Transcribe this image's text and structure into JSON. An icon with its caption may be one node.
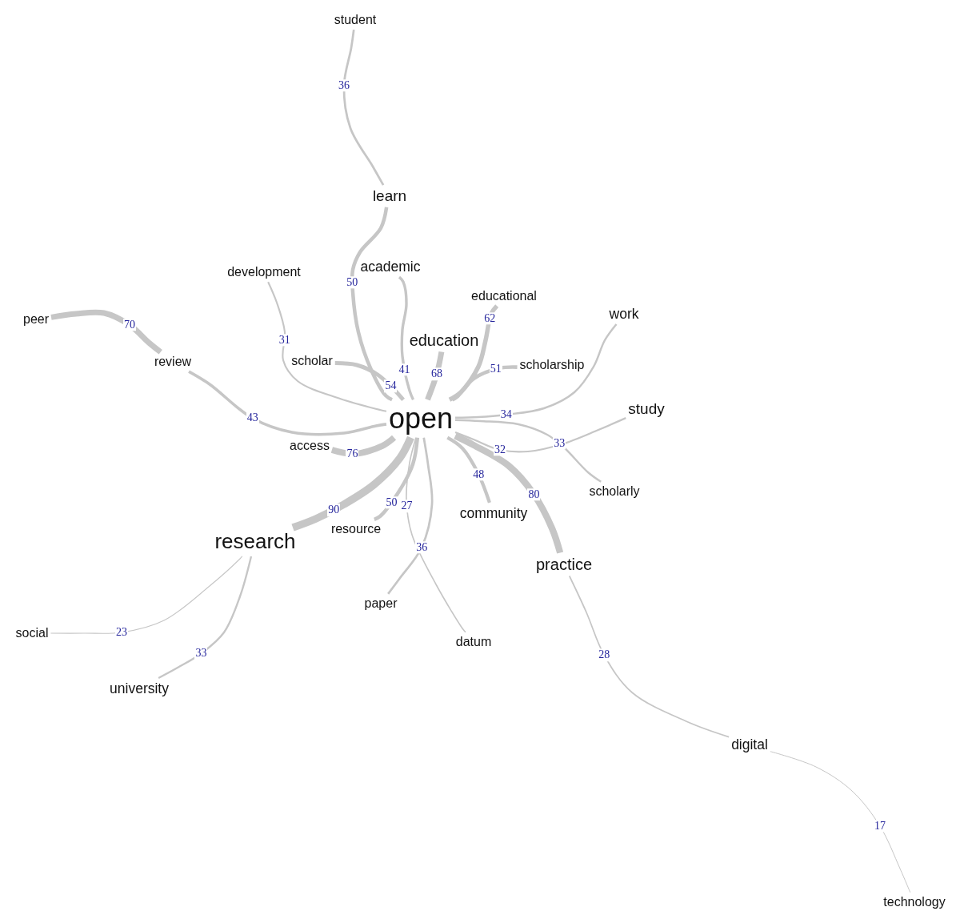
{
  "diagram": {
    "nodes": [
      {
        "text": [
          "student"
        ]
      },
      {
        "text": [
          "learn"
        ]
      },
      {
        "text": [
          "academic"
        ]
      },
      {
        "text": [
          "development"
        ]
      },
      {
        "text": [
          "educational"
        ]
      },
      {
        "text": [
          "work"
        ]
      },
      {
        "text": [
          "peer"
        ]
      },
      {
        "text": [
          "education"
        ]
      },
      {
        "text": [
          "review"
        ]
      },
      {
        "text": [
          "scholar"
        ]
      },
      {
        "text": [
          "scholarship"
        ]
      },
      {
        "text": [
          "study"
        ]
      },
      {
        "text": [
          "open"
        ]
      },
      {
        "text": [
          "access"
        ]
      },
      {
        "text": [
          "scholarly"
        ]
      },
      {
        "text": [
          "community"
        ]
      },
      {
        "text": [
          "resource"
        ]
      },
      {
        "text": [
          "research"
        ]
      },
      {
        "text": [
          "practice"
        ]
      },
      {
        "text": [
          "paper"
        ]
      },
      {
        "text": [
          "social"
        ]
      },
      {
        "text": [
          "datum"
        ]
      },
      {
        "text": [
          "university"
        ]
      },
      {
        "text": [
          "digital"
        ]
      },
      {
        "text": [
          "technology"
        ]
      }
    ],
    "edges": [
      {
        "from": 0,
        "to": 1,
        "arrow": "none",
        "label": "36"
      },
      {
        "from": 1,
        "to": 12,
        "arrow": "none",
        "label": "50"
      },
      {
        "from": 2,
        "to": 12,
        "arrow": "none",
        "label": "41"
      },
      {
        "from": 3,
        "to": 12,
        "arrow": "none",
        "label": "31"
      },
      {
        "from": 4,
        "to": 12,
        "arrow": "none",
        "label": "62"
      },
      {
        "from": 5,
        "to": 12,
        "arrow": "none",
        "label": "34"
      },
      {
        "from": 6,
        "to": 8,
        "arrow": "none",
        "label": "70",
        "style": "thick"
      },
      {
        "from": 7,
        "to": 12,
        "arrow": "none",
        "label": "68",
        "style": "thick"
      },
      {
        "from": 8,
        "to": 12,
        "arrow": "none",
        "label": "43"
      },
      {
        "from": 9,
        "to": 12,
        "arrow": "none",
        "label": "54"
      },
      {
        "from": 10,
        "to": 12,
        "arrow": "none",
        "label": "51"
      },
      {
        "from": 11,
        "to": 12,
        "arrow": "none",
        "label": "32"
      },
      {
        "from": 12,
        "to": 13,
        "arrow": "none",
        "label": "76",
        "style": "thick"
      },
      {
        "from": 12,
        "to": 14,
        "arrow": "none",
        "label": "33"
      },
      {
        "from": 12,
        "to": 15,
        "arrow": "none",
        "label": "48"
      },
      {
        "from": 12,
        "to": 16,
        "arrow": "none",
        "label": "50"
      },
      {
        "from": 12,
        "to": 17,
        "arrow": "none",
        "label": "90",
        "style": "thick"
      },
      {
        "from": 12,
        "to": 18,
        "arrow": "none",
        "label": "80",
        "style": "thick"
      },
      {
        "from": 12,
        "to": 19,
        "arrow": "none",
        "label": "36"
      },
      {
        "from": 12,
        "to": 21,
        "arrow": "none",
        "label": "27"
      },
      {
        "from": 20,
        "to": 17,
        "arrow": "none",
        "label": "23"
      },
      {
        "from": 22,
        "to": 17,
        "arrow": "none",
        "label": "33"
      },
      {
        "from": 18,
        "to": 23,
        "arrow": "none",
        "label": "28"
      },
      {
        "from": 23,
        "to": 24,
        "arrow": "none",
        "label": "17"
      }
    ]
  }
}
